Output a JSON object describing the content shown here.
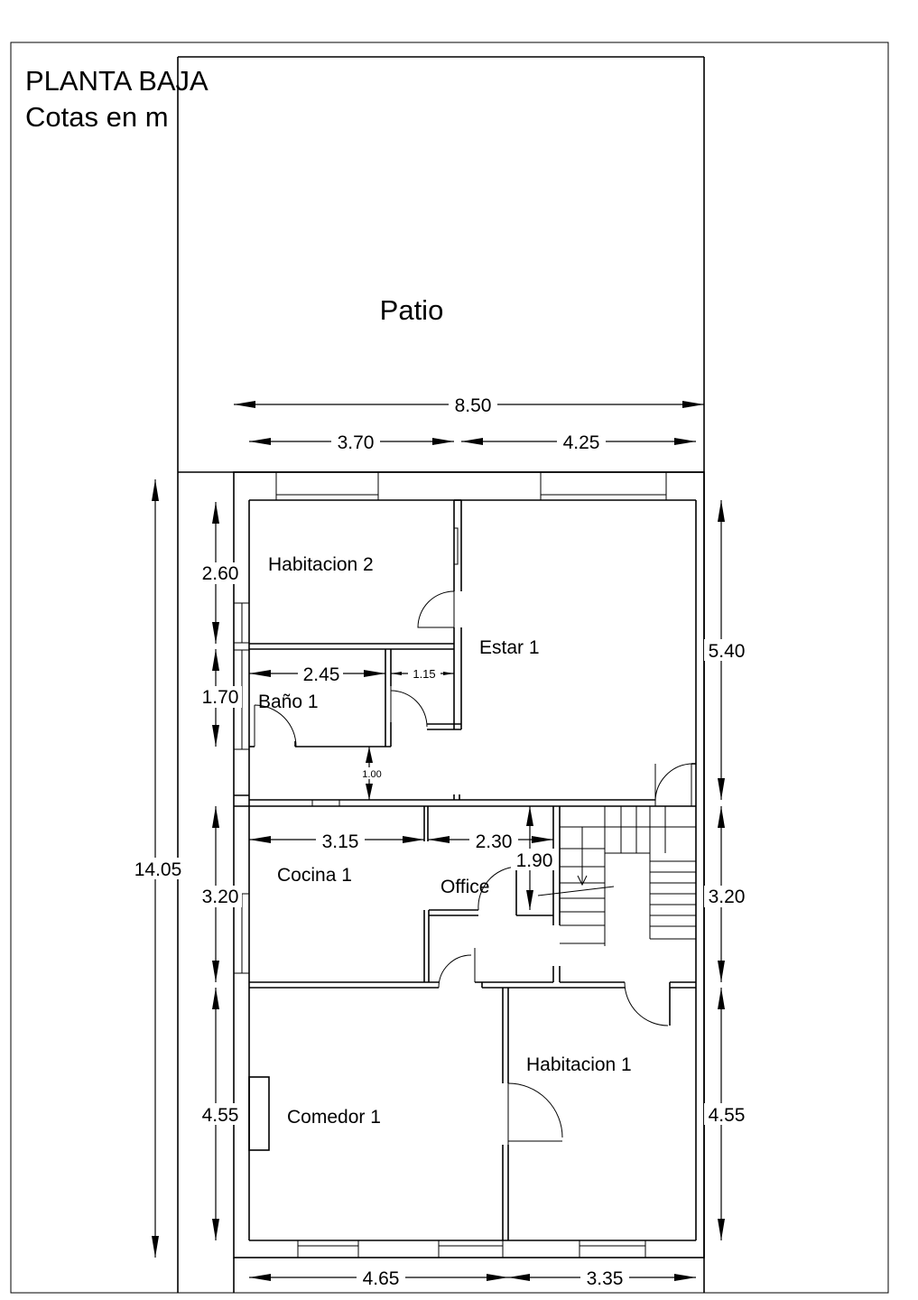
{
  "title": "PLANTA BAJA",
  "subtitle": "Cotas en m",
  "rooms": {
    "patio": "Patio",
    "habitacion2": "Habitacion 2",
    "estar1": "Estar 1",
    "bano1": "Baño 1",
    "cocina1": "Cocina 1",
    "office": "Office",
    "habitacion1": "Habitacion 1",
    "comedor1": "Comedor 1"
  },
  "dimensions": {
    "patio_width": "8.50",
    "patio_left": "3.70",
    "patio_right": "4.25",
    "total_depth": "14.05",
    "hab2_depth": "2.60",
    "bano_depth": "1.70",
    "cocina_depth_left": "3.20",
    "comedor_depth_left": "4.55",
    "estar_depth": "5.40",
    "right_mid_depth": "3.20",
    "right_bottom_depth": "4.55",
    "bano_width": "2.45",
    "hall_width": "1.15",
    "bano_gap": "1.00",
    "cocina_width": "3.15",
    "office_width": "2.30",
    "office_depth": "1.90",
    "bottom_left": "4.65",
    "bottom_right": "3.35"
  }
}
